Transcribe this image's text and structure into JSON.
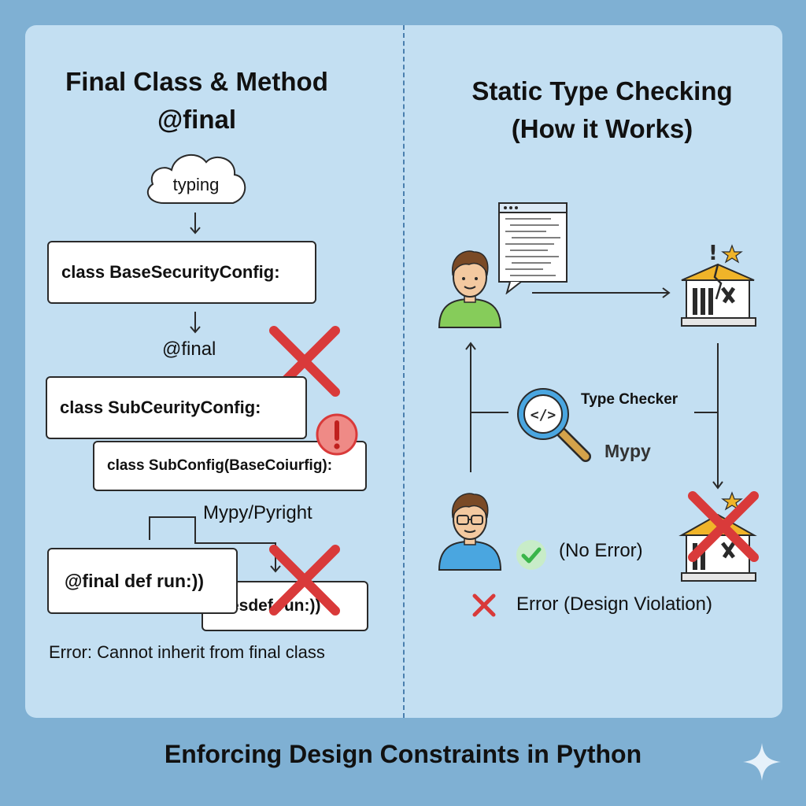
{
  "left": {
    "title_line1": "Final Class & Method",
    "title_line2": "@final",
    "cloud_label": "typing",
    "class_base": "class BaseSecurityConfig:",
    "decorator_label": "@final",
    "class_sub": "class SubCeurityConfig:",
    "class_subconfig": "class SubConfig(BaseCoiurfig):",
    "checker_label": "Mypy/Pyright",
    "method_box": "@final def run:))",
    "method_box_back": "ttesdef run:))",
    "error_text": "Error: Cannot inherit from final class"
  },
  "right": {
    "title_line1": "Static Type Checking",
    "title_line2": "(How it Works)",
    "type_checker_label": "Type Checker",
    "mypy_label": "Mypy",
    "no_error_label": "(No Error)",
    "error_label": "Error (Design Violation)"
  },
  "footer": "Enforcing Design Constraints in Python",
  "colors": {
    "background": "#7fb0d3",
    "panel": "#c3dff2",
    "red_cross": "#d93a3a",
    "check_green": "#3ab54a",
    "person_shirt_green": "#86cc5a",
    "person_shirt_blue": "#4aa6e0",
    "building_roof": "#f0b429"
  },
  "icons": [
    "cloud-icon",
    "cross-icon",
    "alert-icon",
    "code-magnifier-icon",
    "person-icon",
    "building-icon",
    "check-icon",
    "sparkle-icon"
  ]
}
